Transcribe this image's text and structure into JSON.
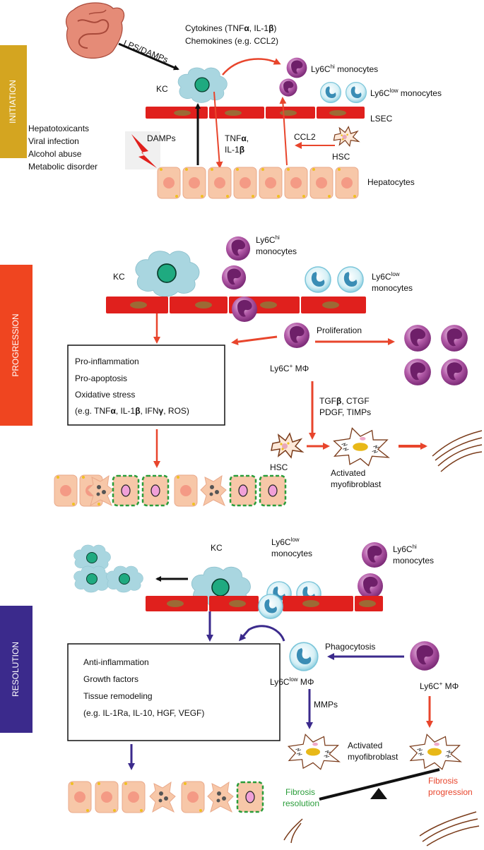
{
  "colors": {
    "initiation": "#d4a520",
    "progression": "#ef4520",
    "resolution": "#3b2a8c",
    "red_arrow": "#e8452c",
    "blue_arrow": "#3b2a8c",
    "lsec": "#e0201d",
    "kc": "#a9d6e0",
    "nucleus": "#1faa80",
    "fibrosis_resolution": "#2a9d3a",
    "fibrosis_progression": "#e8452c"
  },
  "sections": {
    "initiation": "INITIATION",
    "progression": "PROGRESSION",
    "resolution": "RESOLUTION"
  },
  "initiation": {
    "lps": "LPS/DAMPs",
    "cytokines_line1_pre": "Cytokines (TNF",
    "alpha": "α",
    "cytokines_line1_mid": ", IL-1",
    "beta": "β",
    "cytokines_line1_post": ")",
    "chemokines": "Chemokines (e.g. CCL2)",
    "kc": "KC",
    "ly6c_hi_base": "Ly6C",
    "ly6c_hi_sup": "hi",
    "ly6c_hi_tail": " monocytes",
    "ly6c_low_base": "Ly6C",
    "ly6c_low_sup": "low",
    "ly6c_low_tail": " monocytes",
    "lsec": "LSEC",
    "causes": [
      "Hepatotoxicants",
      "Viral infection",
      "Alcohol abuse",
      "Metabolic disorder"
    ],
    "damps": "DAMPs",
    "tnf_line1_pre": "TNF",
    "tnf_line1_post": ",",
    "tnf_line2_pre": "IL-1",
    "ccl2": "CCL2",
    "hsc": "HSC",
    "hepatocytes": "Hepatocytes"
  },
  "progression": {
    "ly6c_hi_base": "Ly6C",
    "ly6c_hi_sup": "hi",
    "ly6c_hi_line2": "monocytes",
    "kc": "KC",
    "ly6c_low_base": "Ly6C",
    "ly6c_low_sup": "low",
    "ly6c_low_line2": "monocytes",
    "proliferation": "Proliferation",
    "box": [
      "Pro-inflammation",
      "Pro-apoptosis",
      "Oxidative stress"
    ],
    "box_eg_1": "(e.g. TNF",
    "box_eg_2": ", IL-1",
    "box_eg_3": ", IFN",
    "gamma": "γ",
    "box_eg_4": ", ROS)",
    "ly6c_plus_base": "Ly6C",
    "ly6c_plus_sup": "+",
    "ly6c_plus_tail": " MΦ",
    "tgf_1": "TGF",
    "tgf_2": ", CTGF",
    "pdgf": "PDGF, TIMPs",
    "hsc": "HSC",
    "activated_1": "Activated",
    "activated_2": "myofibroblast"
  },
  "resolution": {
    "kc": "KC",
    "ly6c_low_base": "Ly6C",
    "ly6c_low_sup": "low",
    "ly6c_low_line2": "monocytes",
    "ly6c_hi_base": "Ly6C",
    "ly6c_hi_sup": "hi",
    "ly6c_hi_line2": "monocytes",
    "box": [
      "Anti-inflammation",
      "Growth factors",
      "Tissue remodeling",
      "(e.g. IL-1Ra, IL-10, HGF, VEGF)"
    ],
    "phagocytosis": "Phagocytosis",
    "ly6c_low_mphi_base": "Ly6C",
    "ly6c_low_mphi_sup": "low",
    "ly6c_low_mphi_tail": " MΦ",
    "ly6c_plus_base": "Ly6C",
    "ly6c_plus_sup": "+",
    "ly6c_plus_tail": " MΦ",
    "mmps": "MMPs",
    "activated_1": "Activated",
    "activated_2": "myofibroblast",
    "fibrosis_resolution_1": "Fibrosis",
    "fibrosis_resolution_2": "resolution",
    "fibrosis_progression_1": "Fibrosis",
    "fibrosis_progression_2": "progression"
  }
}
